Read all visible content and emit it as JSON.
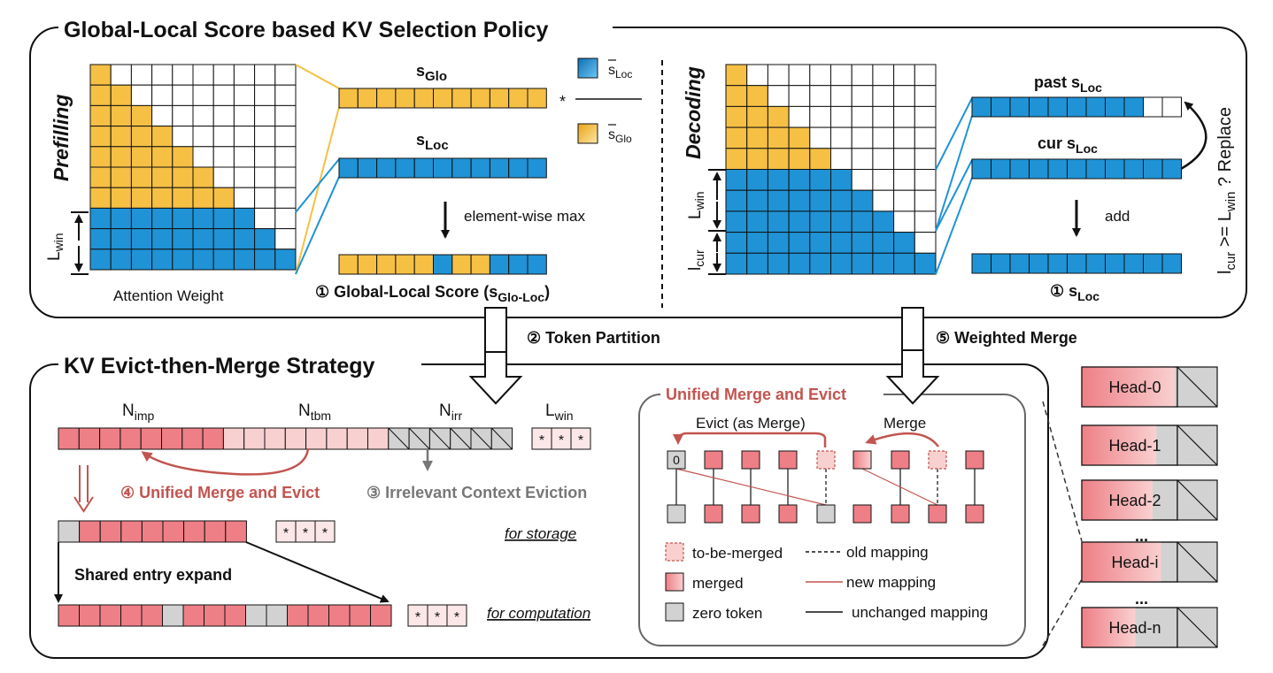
{
  "colors": {
    "yellow": "#f6c044",
    "blue": "#1f93d6",
    "pink_dark": "#ee7f86",
    "pink_light": "#f9d0d0",
    "gray": "#d2d2d2",
    "accent_red": "#c2544f",
    "text_gray": "#777777",
    "line": "#111111"
  },
  "top": {
    "title": "Global-Local Score based KV Selection Policy",
    "prefill": {
      "label": "Prefilling",
      "l_win_base": "L",
      "l_win_sub": "win",
      "attention_caption": "Attention Weight",
      "s_glo_base": "s",
      "s_glo_sub": "Glo",
      "s_loc_base": "s",
      "s_loc_sub": "Loc",
      "multiply_symbol": "*",
      "legend_loc_base": "s",
      "legend_loc_sub": "Loc",
      "legend_glo_base": "s",
      "legend_glo_sub": "Glo",
      "op_label": "element-wise max",
      "score_circle": "①",
      "score_label": "Global-Local Score (s",
      "score_sub": "Glo-Loc",
      "score_end": ")",
      "result_pattern": [
        "y",
        "y",
        "y",
        "y",
        "y",
        "b",
        "y",
        "y",
        "b",
        "b",
        "b"
      ]
    },
    "decode": {
      "label": "Decoding",
      "l_win_base": "L",
      "l_win_sub": "win",
      "l_cur_base": "l",
      "l_cur_sub": "cur",
      "past_label": "past s",
      "past_sub": "Loc",
      "cur_label": "cur s",
      "cur_sub": "Loc",
      "op_label": "add",
      "result_circle": "①",
      "result_label": "s",
      "result_sub": "Loc",
      "condition_a": "l",
      "condition_a_sub": "cur",
      "condition_b": " >= L",
      "condition_b_sub": "win",
      "condition_c": " ? Replace"
    }
  },
  "middle": {
    "token_partition": "② Token Partition",
    "weighted_merge": "⑤ Weighted Merge"
  },
  "bottom": {
    "title": "KV Evict-then-Merge Strategy",
    "n_imp_base": "N",
    "n_imp_sub": "imp",
    "n_tbm_base": "N",
    "n_tbm_sub": "tbm",
    "n_irr_base": "N",
    "n_irr_sub": "irr",
    "l_win_base": "L",
    "l_win_sub": "win",
    "star": "*",
    "step4": "④ Unified Merge and Evict",
    "step3": "③ Irrelevant Context Eviction",
    "for_storage": "for storage",
    "shared_entry": "Shared entry expand",
    "for_computation": "for computation",
    "storage_pattern": [
      "g",
      "d",
      "d",
      "d",
      "d",
      "d",
      "d",
      "d",
      "d"
    ],
    "computation_pattern": [
      "d",
      "d",
      "d",
      "d",
      "d",
      "g",
      "d",
      "d",
      "d",
      "g",
      "g",
      "d",
      "d",
      "d",
      "d",
      "d"
    ]
  },
  "unified": {
    "title": "Unified Merge and Evict",
    "evict_label": "Evict (as Merge)",
    "merge_label": "Merge",
    "zero": "0",
    "top_pattern": [
      "zero",
      "d",
      "d",
      "d",
      "tbm",
      "merged",
      "d",
      "tbm",
      "d"
    ],
    "legend": [
      {
        "key": "tbm",
        "label": "to-be-merged"
      },
      {
        "key": "merged",
        "label": "merged"
      },
      {
        "key": "zero",
        "label": "zero token"
      }
    ],
    "legend_lines": [
      {
        "style": "dashed",
        "label": "old mapping"
      },
      {
        "style": "red",
        "label": "new mapping"
      },
      {
        "style": "solid",
        "label": "unchanged mapping"
      }
    ]
  },
  "heads": {
    "items": [
      {
        "label": "Head-0",
        "fill": 0.97
      },
      {
        "label": "Head-1",
        "fill": 0.78
      },
      {
        "label": "Head-2",
        "fill": 0.74
      },
      {
        "label": "Head-i",
        "fill": 0.83
      },
      {
        "label": "Head-n",
        "fill": 0.56
      }
    ],
    "ellipsis": "..."
  }
}
